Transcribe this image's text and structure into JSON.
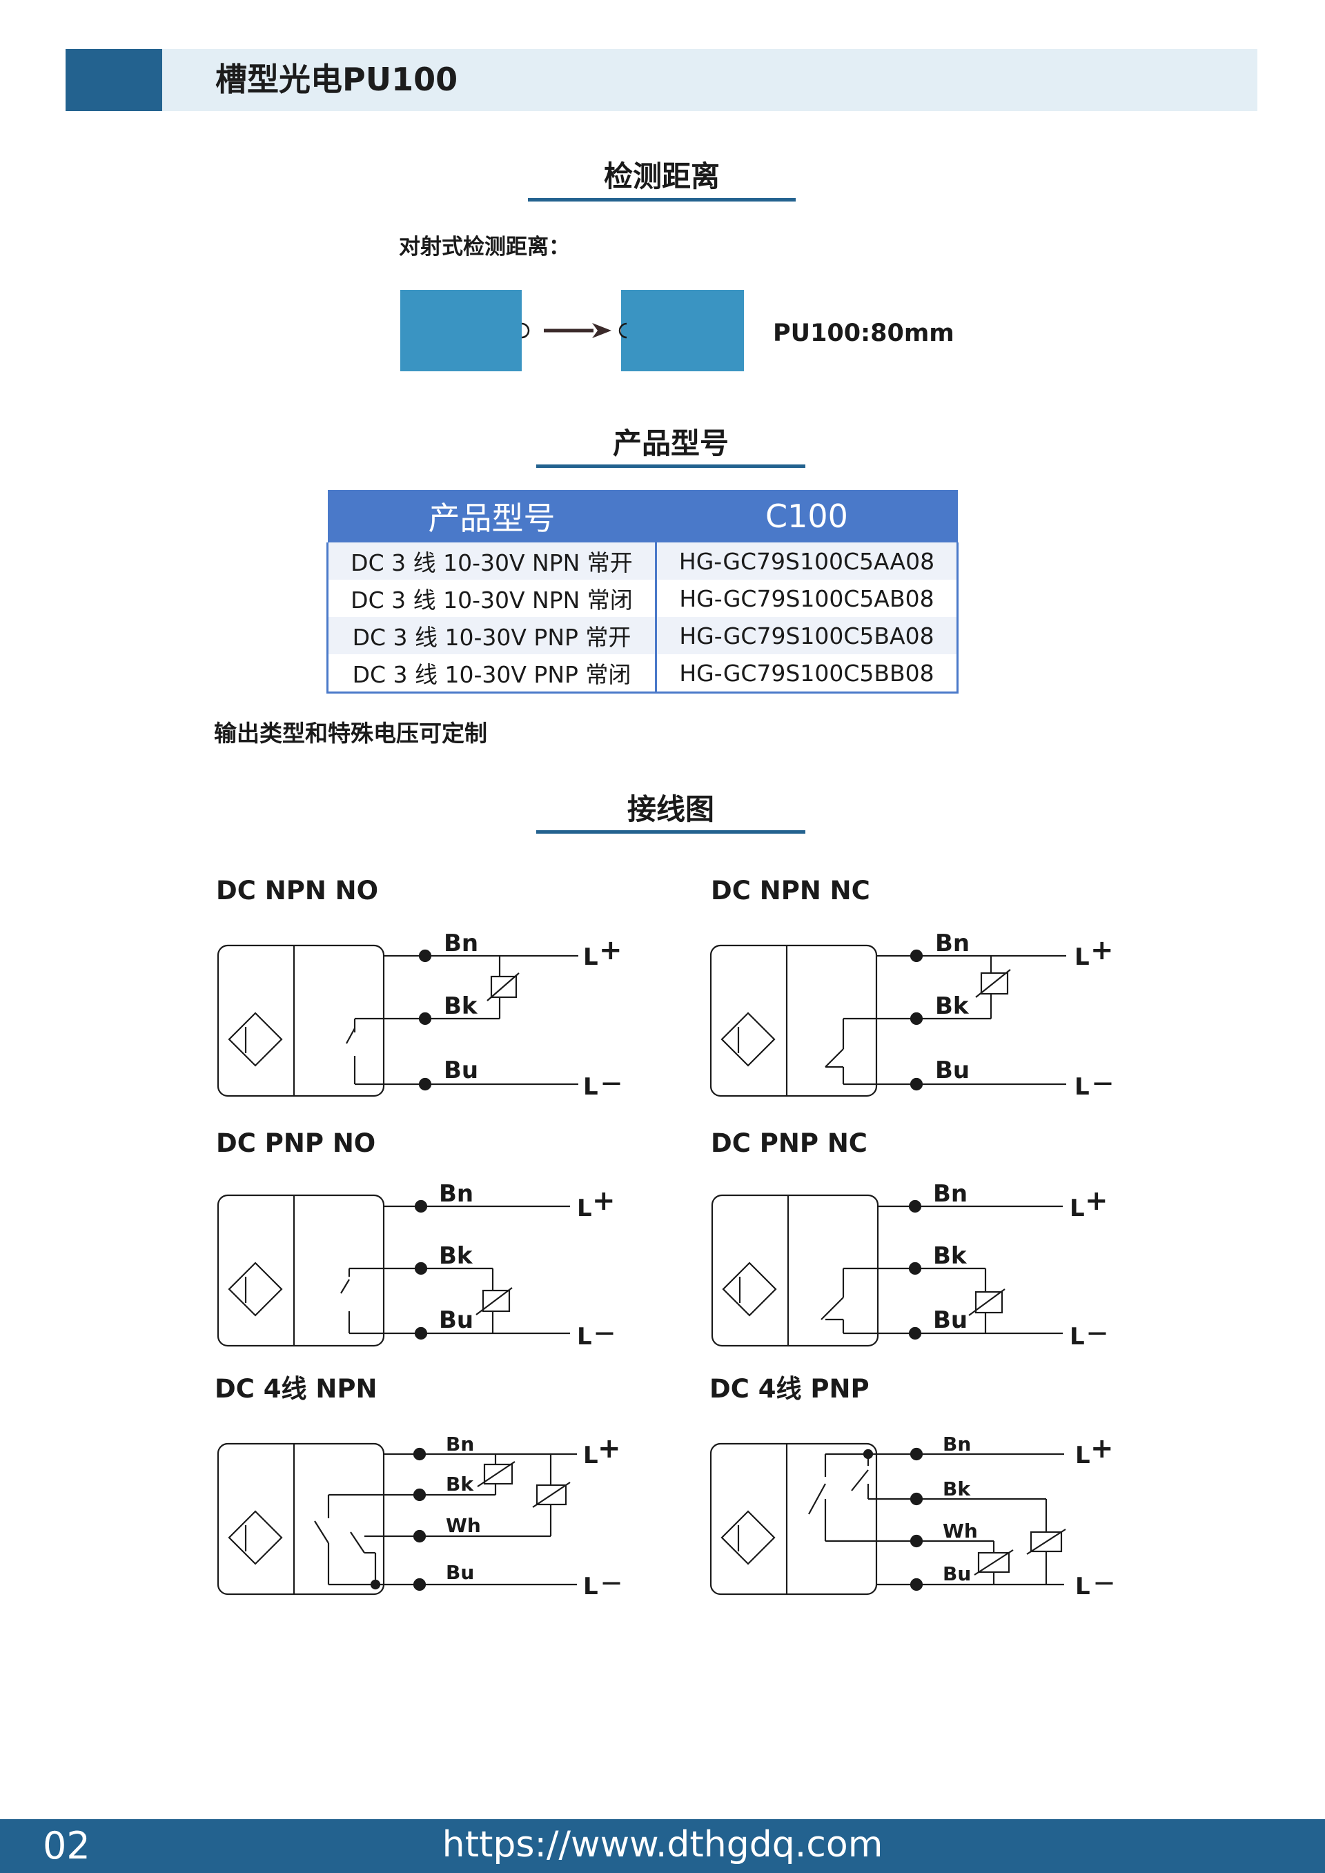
{
  "header": {
    "title": "槽型光电PU100"
  },
  "detection": {
    "section_title": "检测距离",
    "label": "对射式检测距离：",
    "distance": "PU100:80mm"
  },
  "models": {
    "section_title": "产品型号",
    "col_headers": [
      "产品型号",
      "C100"
    ],
    "rows": [
      [
        "DC 3 线 10-30V NPN 常开",
        "HG-GC79S100C5AA08"
      ],
      [
        "DC 3 线 10-30V NPN 常闭",
        "HG-GC79S100C5AB08"
      ],
      [
        "DC 3 线 10-30V PNP 常开",
        "HG-GC79S100C5BA08"
      ],
      [
        "DC 3 线 10-30V PNP 常闭",
        "HG-GC79S100C5BB08"
      ]
    ],
    "note": "输出类型和特殊电压可定制"
  },
  "wiring": {
    "section_title": "接线图",
    "diagrams": [
      {
        "title": "DC NPN NO"
      },
      {
        "title": "DC NPN NC"
      },
      {
        "title": "DC PNP NO"
      },
      {
        "title": "DC PNP NC"
      },
      {
        "title": "DC 4线 NPN"
      },
      {
        "title": "DC 4线 PNP"
      }
    ],
    "wire_labels": {
      "bn": "Bn",
      "bk": "Bk",
      "bu": "Bu",
      "wh": "Wh",
      "l_pos": "L",
      "l_neg": "L",
      "plus": "+",
      "minus": "—"
    }
  },
  "footer": {
    "page": "02",
    "url": "https://www.dthgdq.com"
  },
  "colors": {
    "brand_dark": "#23628f",
    "brand_light": "#e3eef5",
    "table_header": "#4a79c9",
    "sensor_box": "#3a94c2"
  }
}
